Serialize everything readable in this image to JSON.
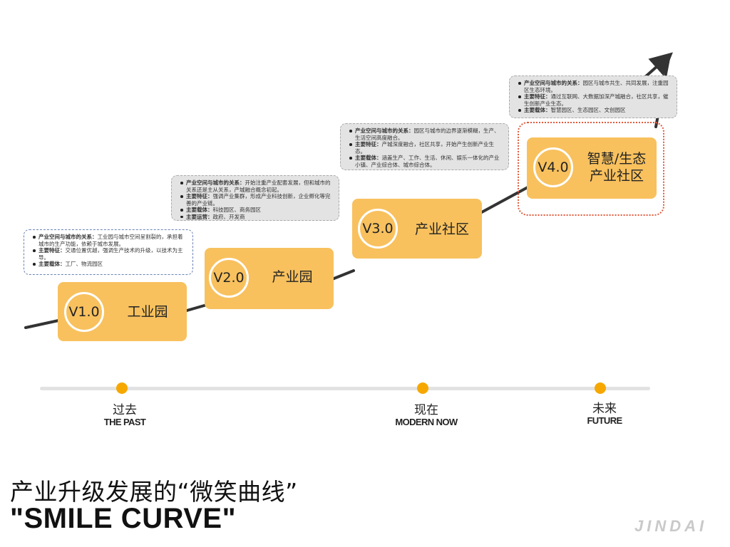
{
  "stages": [
    {
      "version": "V1.0",
      "name": "工业园"
    },
    {
      "version": "V2.0",
      "name": "产业园"
    },
    {
      "version": "V3.0",
      "name": "产业社区"
    },
    {
      "version": "V4.0",
      "name_line1": "智慧/生态",
      "name_line2": "产业社区"
    }
  ],
  "notes": [
    {
      "items": [
        {
          "label": "产业空间与城市的关系：",
          "text": "工业园与城市空间呈割裂的，承担着城市的生产功能，依赖于城市发展。"
        },
        {
          "label": "主要特征：",
          "text": "交通位置优越，强调生产技术的升级，以技术为主导。"
        },
        {
          "label": "主要载体：",
          "text": "工厂、物流园区"
        }
      ]
    },
    {
      "items": [
        {
          "label": "产业空间与城市的关系：",
          "text": "开始注重产业配套发展，但和城市的关系还是主从关系，产城融合概念初起。"
        },
        {
          "label": "主要特征：",
          "text": "强调产业集群，形成产业科技创新，企业孵化等完善的产业链。"
        },
        {
          "label": "主要载体：",
          "text": "科技园区、商务园区"
        },
        {
          "label": "主要运营：",
          "text": "政府、开发商"
        }
      ]
    },
    {
      "items": [
        {
          "label": "产业空间与城市的关系：",
          "text": "园区与城市的边界逐渐模糊，生产、生活空间高度融合。"
        },
        {
          "label": "主要特征：",
          "text": "产城深度融合，社区共享，开始产生创新产业生态。"
        },
        {
          "label": "主要载体：",
          "text": "涵盖生产、工作、生活、休闲、娱乐一体化的产业小镇、产业综合体、城市综合体。"
        }
      ]
    },
    {
      "items": [
        {
          "label": "产业空间与城市的关系：",
          "text": "园区与城市共生、共同发展，注重园区生态环境。"
        },
        {
          "label": "主要特征：",
          "text": "通过互联网、大数据加深产城融合，社区共享，催生创新产业生态。"
        },
        {
          "label": "主要载体：",
          "text": "智慧园区、生态园区、文创园区"
        }
      ]
    }
  ],
  "timeline": [
    {
      "cn": "过去",
      "en": "THE PAST"
    },
    {
      "cn": "现在",
      "en": "MODERN NOW"
    },
    {
      "cn": "未来",
      "en": "FUTURE"
    }
  ],
  "title": {
    "cn": "产业升级发展的“微笑曲线”",
    "en": "\"SMILE CURVE\""
  },
  "logo": "JINDAI",
  "colors": {
    "stage_fill": "#f8c15e",
    "timeline_dot": "#f6a800",
    "highlight_border": "#e05a3c",
    "curve": "#333333"
  }
}
